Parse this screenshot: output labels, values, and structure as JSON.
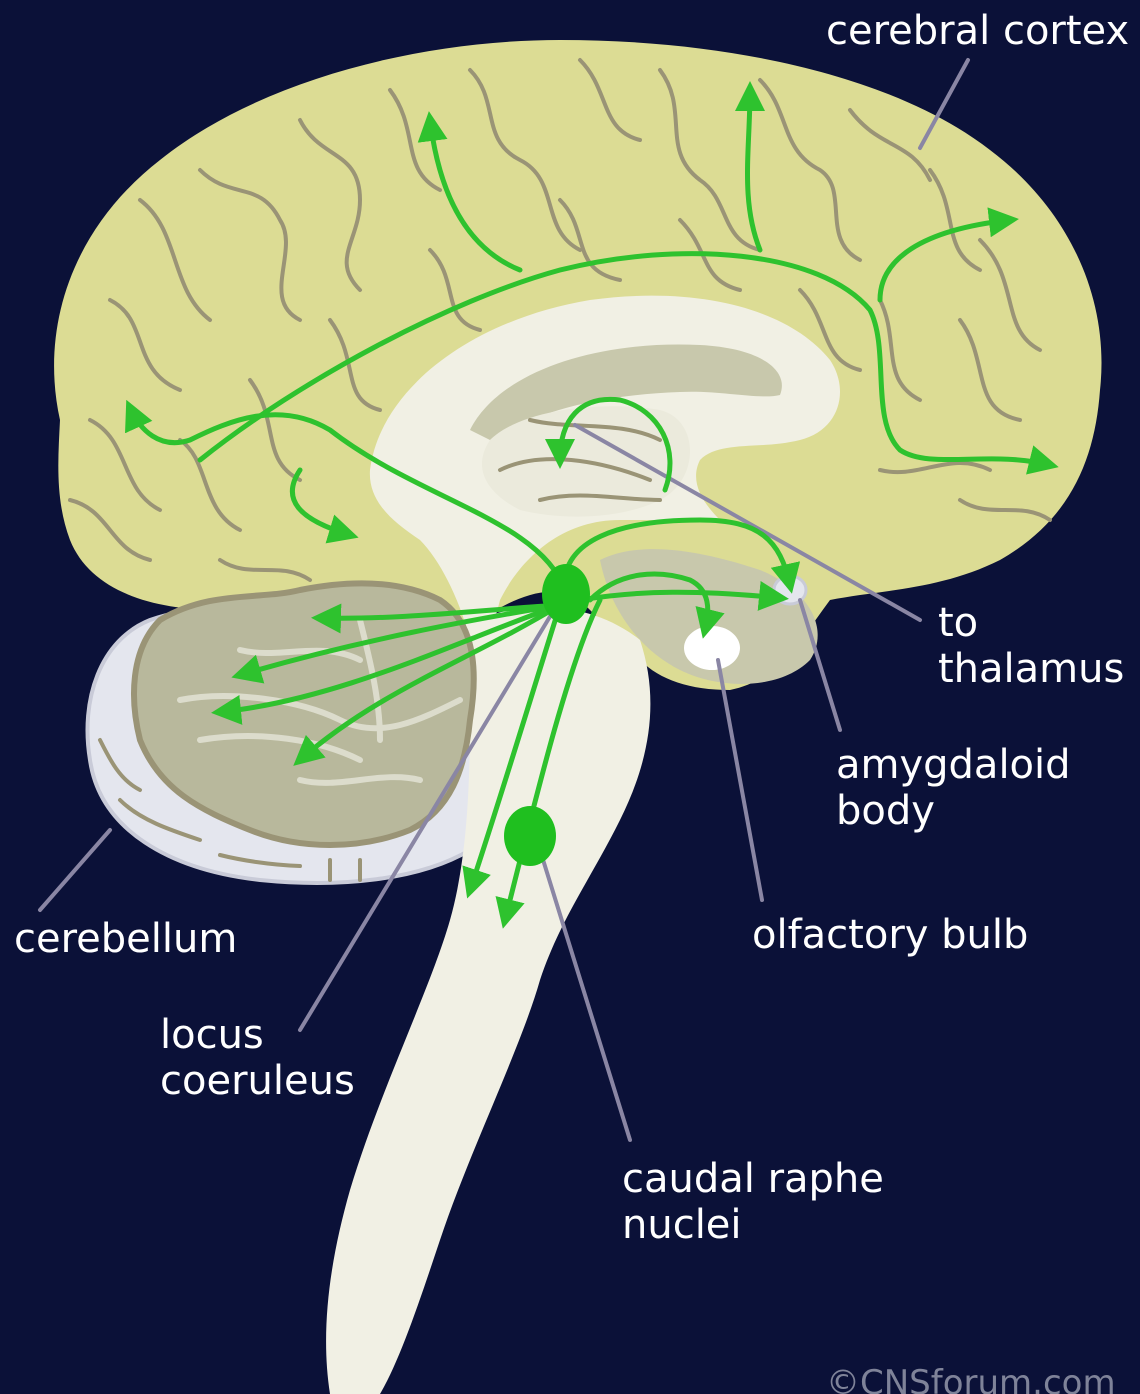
{
  "labels": {
    "cerebral_cortex": "cerebral cortex",
    "to_thalamus_line1": "to",
    "to_thalamus_line2": "thalamus",
    "amygdaloid_line1": "amygdaloid",
    "amygdaloid_line2": "body",
    "olfactory_bulb": "olfactory bulb",
    "cerebellum": "cerebellum",
    "locus_line1": "locus",
    "locus_line2": "coeruleus",
    "raphe_line1": "caudal raphe",
    "raphe_line2": "nuclei"
  },
  "copyright": "©CNSforum.com",
  "colors": {
    "background": "#0b1138",
    "cortex": "#dcdc94",
    "gyri": "#9a9476",
    "white_matter": "#f1f0e4",
    "inner_gray": "#c8c8ac",
    "cerebellum_outer": "#e4e6ee",
    "cerebellum_inner": "#b8b89c",
    "pathway": "#2ec22e",
    "nucleus": "#1fbf1f",
    "leader_line": "#8a86a4"
  }
}
